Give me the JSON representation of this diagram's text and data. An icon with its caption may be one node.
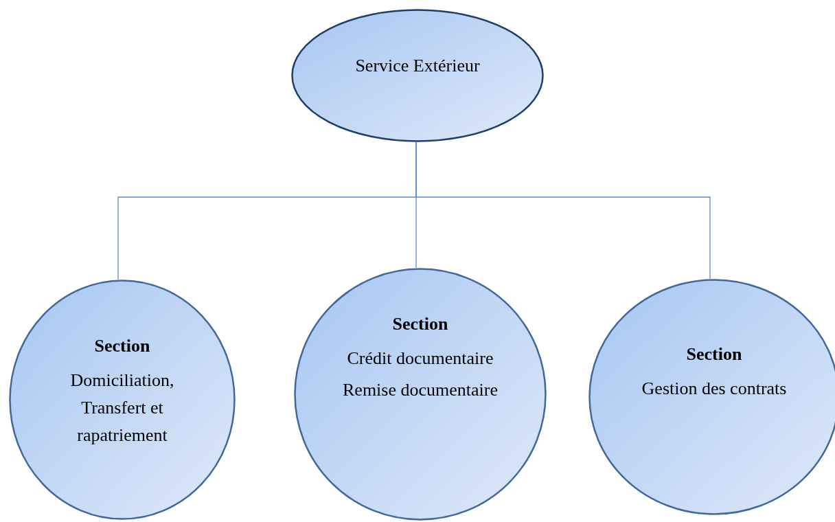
{
  "diagram": {
    "nodes": [
      {
        "text": [
          "Service Extérieur"
        ]
      },
      {
        "text": [
          "Section",
          "Domiciliation, Transfert et rapatriement"
        ]
      },
      {
        "text": [
          "Section",
          "Crédit documentaire",
          "Remise documentaire"
        ]
      },
      {
        "text": [
          "Section",
          "Gestion des contrats"
        ]
      }
    ],
    "edges": [
      {
        "from": 0,
        "to": 1,
        "arrow": "none"
      },
      {
        "from": 0,
        "to": 2,
        "arrow": "none"
      },
      {
        "from": 0,
        "to": 3,
        "arrow": "none"
      }
    ]
  }
}
